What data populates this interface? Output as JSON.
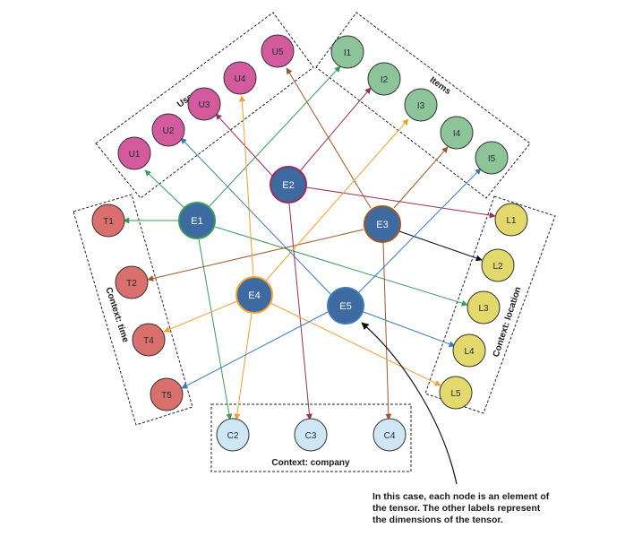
{
  "groups": {
    "users": "Users",
    "items": "Items",
    "time": "Context: time",
    "location": "Context: location",
    "company": "Context: company"
  },
  "nodes": {
    "users": [
      "U1",
      "U2",
      "U3",
      "U4",
      "U5"
    ],
    "items": [
      "I1",
      "I2",
      "I3",
      "I4",
      "I5"
    ],
    "time": [
      "T1",
      "T2",
      "T4",
      "T5"
    ],
    "location": [
      "L1",
      "L2",
      "L3",
      "L4",
      "L5"
    ],
    "company": [
      "C2",
      "C3",
      "C4"
    ],
    "hubs": [
      "E1",
      "E2",
      "E3",
      "E4",
      "E5"
    ]
  },
  "callout": {
    "line1": "In this case, each node is an element of",
    "line2": "the tensor. The other labels represent",
    "line3": "the dimensions of the tensor."
  },
  "colors": {
    "users": "#d45a9e",
    "items": "#8ec49a",
    "time": "#d9706e",
    "location": "#e3d86b",
    "company": "#cfe6f5",
    "hub": "#3d6aa0",
    "edge_green": "#3a9a5a",
    "edge_blue": "#3f7ab8",
    "edge_maroon": "#9c2c5a",
    "edge_brown": "#a0582a",
    "edge_orange": "#f0a030",
    "edge_black": "#111111"
  }
}
